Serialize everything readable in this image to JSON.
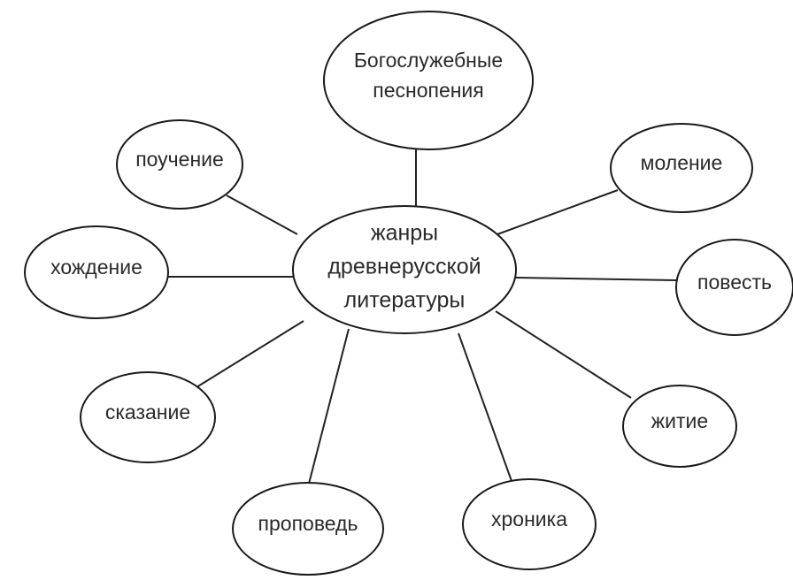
{
  "diagram": {
    "center": {
      "lines": [
        "жанры",
        "древнерусской",
        "литературы"
      ]
    },
    "genres": [
      {
        "id": "bogosluzhebnye",
        "lines": [
          "Богослужебные",
          "песнопения"
        ]
      },
      {
        "id": "molenie",
        "lines": [
          "моление"
        ]
      },
      {
        "id": "povest",
        "lines": [
          "повесть"
        ]
      },
      {
        "id": "zhitie",
        "lines": [
          "житие"
        ]
      },
      {
        "id": "khronika",
        "lines": [
          "хроника"
        ]
      },
      {
        "id": "propoved",
        "lines": [
          "проповедь"
        ]
      },
      {
        "id": "skazanie",
        "lines": [
          "сказание"
        ]
      },
      {
        "id": "khozhdenie",
        "lines": [
          "хождение"
        ]
      },
      {
        "id": "pouchenie",
        "lines": [
          "поучение"
        ]
      }
    ]
  }
}
